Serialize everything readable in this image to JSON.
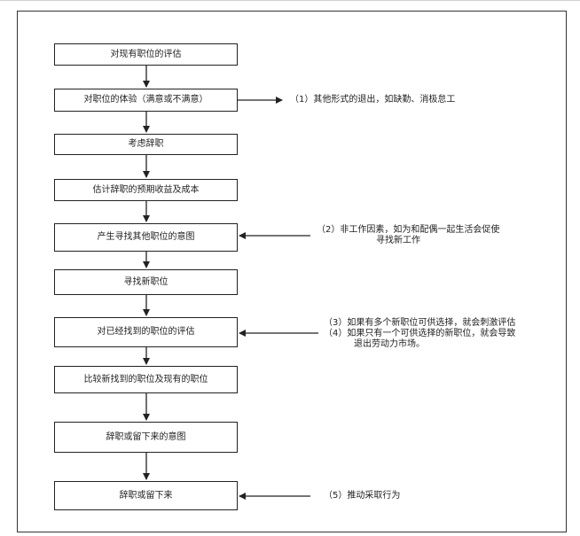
{
  "steps": [
    "对现有职位的评估",
    "对职位的体验（满意或不满意）",
    "考虑辞职",
    "估计辞职的预期收益及成本",
    "产生寻找其他职位的意图",
    "寻找新职位",
    "对已经找到的职位的评估",
    "比较新找到的职位及现有的职位",
    "辞职或留下来的意图",
    "辞职或留下来"
  ],
  "notes": {
    "n1": "（1）其他形式的退出，如缺勤、消极怠工",
    "n2_line1": "（2）非工作因素，如为和配偶一起生活会促使",
    "n2_line2": "寻找新工作",
    "n3": "（3）如果有多个新职位可供选择，就会刺激评估",
    "n4_line1": "（4）如果只有一个可供选择的新职位，就会导致",
    "n4_line2": "退出劳动力市场。",
    "n5": "（5）推动采取行为"
  }
}
